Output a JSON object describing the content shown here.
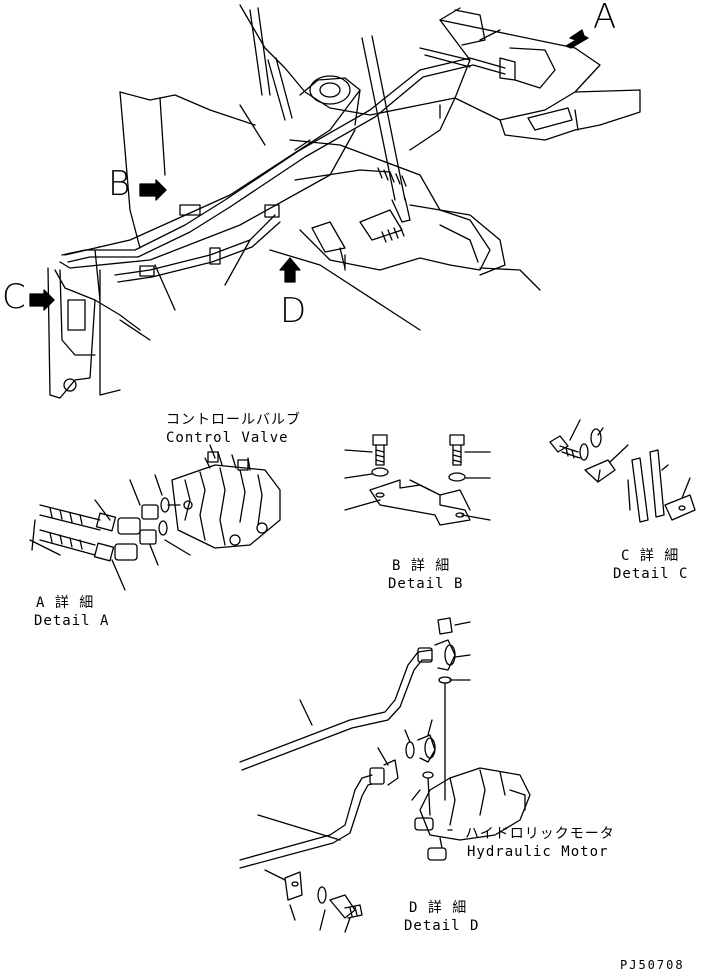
{
  "labels": {
    "view_a": "A",
    "view_b": "B",
    "view_c": "C",
    "view_d": "D",
    "control_valve_jp": "コントロールバルブ",
    "control_valve_en": "Control Valve",
    "detail_a_jp": "A 詳 細",
    "detail_a_en": "Detail A",
    "detail_b_jp": "B 詳 細",
    "detail_b_en": "Detail B",
    "detail_c_jp": "C 詳 細",
    "detail_c_en": "Detail C",
    "detail_d_jp": "D 詳 細",
    "detail_d_en": "Detail D",
    "hyd_motor_jp": "ハイドロリックモータ",
    "hyd_motor_en": "Hydraulic Motor",
    "drawing_code": "PJ50708"
  }
}
